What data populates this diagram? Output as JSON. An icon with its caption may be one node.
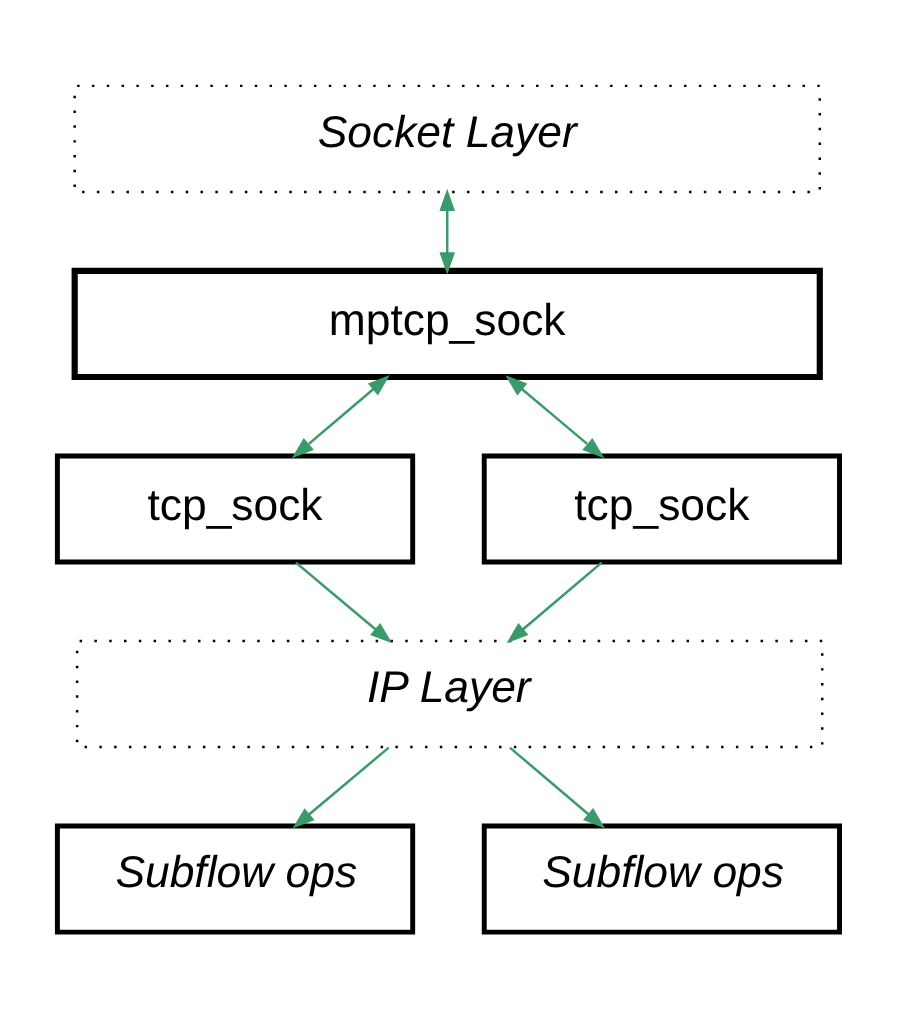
{
  "diagram": {
    "nodes": [
      {
        "text": [
          "Socket Layer"
        ]
      },
      {
        "text": [
          "mptcp_sock"
        ]
      },
      {
        "text": [
          "tcp_sock"
        ]
      },
      {
        "text": [
          "Subflow ops"
        ]
      },
      {
        "text": [
          "tcp_sock"
        ]
      },
      {
        "text": [
          "Subflow ops"
        ]
      },
      {
        "text": [
          "IP Layer"
        ]
      }
    ],
    "edges": [
      {
        "from": 0,
        "to": 1,
        "arrow": "both"
      },
      {
        "from": 1,
        "to": 2,
        "arrow": "both"
      },
      {
        "from": 1,
        "to": 4,
        "arrow": "both"
      },
      {
        "from": 2,
        "to": 6,
        "arrow": "to"
      },
      {
        "from": 6,
        "to": 3,
        "arrow": "to"
      },
      {
        "from": 4,
        "to": 6,
        "arrow": "to"
      },
      {
        "from": 6,
        "to": 5,
        "arrow": "to"
      }
    ]
  }
}
